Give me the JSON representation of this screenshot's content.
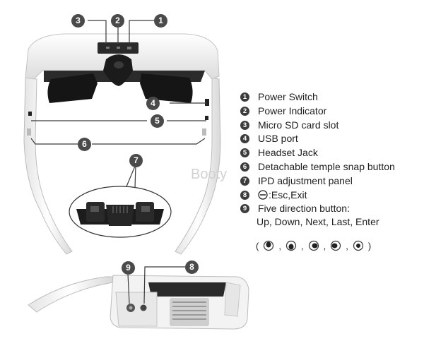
{
  "callouts": [
    "1",
    "2",
    "3",
    "4",
    "5",
    "6",
    "7",
    "8",
    "9"
  ],
  "legend": [
    {
      "num": "1",
      "text": "Power Switch"
    },
    {
      "num": "2",
      "text": "Power Indicator"
    },
    {
      "num": "3",
      "text": "Micro SD card slot"
    },
    {
      "num": "4",
      "text": "USB port"
    },
    {
      "num": "5",
      "text": "Headset Jack"
    },
    {
      "num": "6",
      "text": "Detachable temple snap button"
    },
    {
      "num": "7",
      "text": "IPD adjustment panel"
    },
    {
      "num": "8",
      "text": ":Esc,Exit"
    },
    {
      "num": "9",
      "text": "Five direction button:"
    }
  ],
  "legend_cont": "Up, Down, Next, Last, Enter",
  "dir_paren_open": "(",
  "dir_paren_close": ")",
  "dir_sep": ",",
  "watermark": "Booty",
  "colors": {
    "callout": "#4a4a4a",
    "frame": "#f2f2f2",
    "lens": "#1a1a1a",
    "line": "#3a3a3a"
  }
}
